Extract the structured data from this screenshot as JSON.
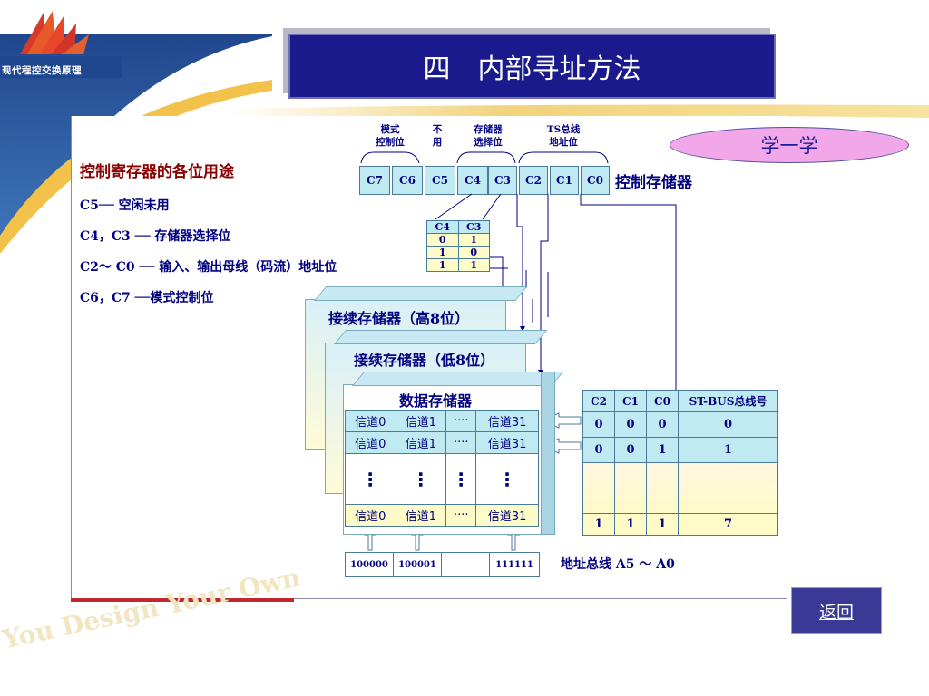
{
  "brand": {
    "text": "现代程控交换原理"
  },
  "title": {
    "number": "四",
    "text": "内部寻址方法"
  },
  "learn_button": "学一学",
  "back_button": "返回",
  "watermark": "You Design Your Own",
  "left_text": {
    "heading": "控制寄存器的各位用途",
    "lines": [
      "C5── 空闲未用",
      "C4，C3 ── 存储器选择位",
      "C2～ C0 ── 输入、输出母线（码流）地址位",
      "C6，C7 ──模式控制位"
    ]
  },
  "ctrl_headers": {
    "mode_line1": "模式",
    "mode_line2": "控制位",
    "unused_line1": "不",
    "unused_line2": "用",
    "mem_line1": "存储器",
    "mem_line2": "选择位",
    "ts_line1": "TS总线",
    "ts_line2": "地址位"
  },
  "ctrl_bits": [
    "C7",
    "C6",
    "C5",
    "C4",
    "C3",
    "C2",
    "C1",
    "C0"
  ],
  "ctrl_label": "控制存储器",
  "select_table": {
    "headers": [
      "C4",
      "C3"
    ],
    "rows": [
      [
        "0",
        "1"
      ],
      [
        "1",
        "0"
      ],
      [
        "1",
        "1"
      ]
    ]
  },
  "memories": {
    "high": "接续存储器（高8位）",
    "low": "接续存储器（低8位）",
    "data": "数据存储器"
  },
  "data_rows": [
    [
      "信道0",
      "信道1",
      "····",
      "信道31"
    ],
    [
      "信道0",
      "信道1",
      "····",
      "信道31"
    ],
    [
      "⋮",
      "⋮",
      "⋮",
      "⋮"
    ],
    [
      "信道0",
      "信道1",
      "····",
      "信道31"
    ]
  ],
  "bus_table": {
    "headers": [
      "C2",
      "C1",
      "C0",
      "ST-BUS总线号"
    ],
    "rows": [
      [
        "0",
        "0",
        "0",
        "0"
      ],
      [
        "0",
        "0",
        "1",
        "1"
      ],
      [
        "",
        "",
        "",
        ""
      ],
      [
        "1",
        "1",
        "1",
        "7"
      ]
    ]
  },
  "address_cells": [
    "100000",
    "100001",
    "",
    "111111"
  ],
  "address_label": "地址总线 A5 ～ A0",
  "colors": {
    "title_bg": "#1a1a8c",
    "text": "#000080",
    "heading": "#8b0000",
    "learn_bg": "#f2a8e8",
    "cell_blue": "#bfeaf2",
    "cell_yellow": "#fffbc8"
  }
}
